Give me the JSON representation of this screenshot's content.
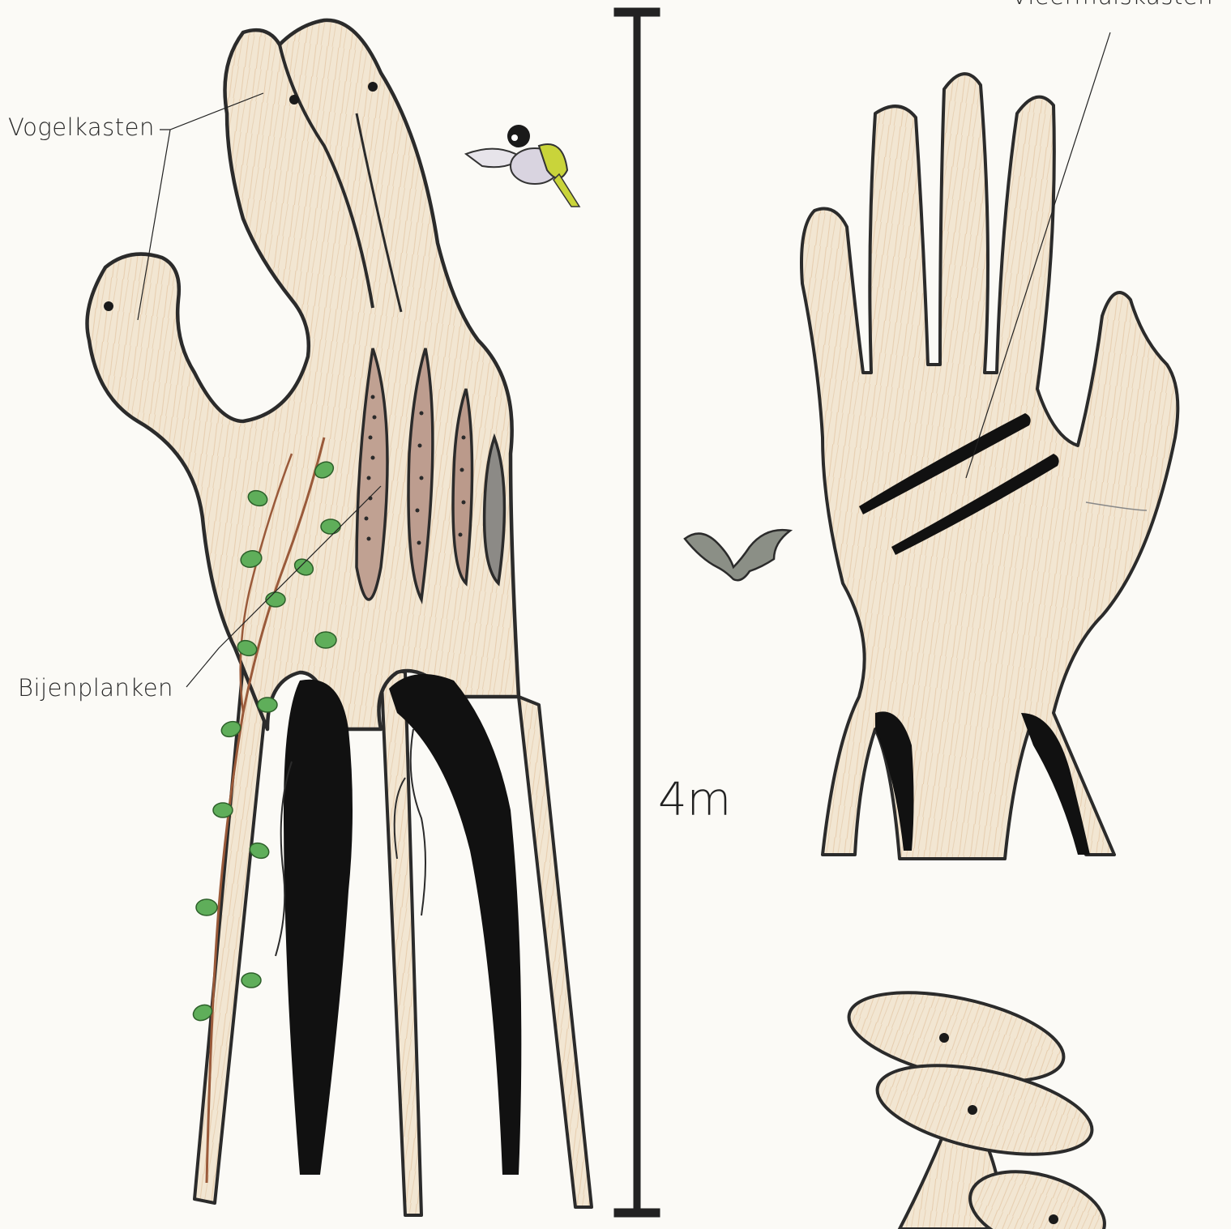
{
  "labels": {
    "bird_boxes": "Vogelkasten",
    "bee_boards": "Bijenplanken",
    "bat_boxes": "Vleermuiskasten"
  },
  "scale": {
    "height_label": "4m"
  },
  "colors": {
    "paper": "#fbfaf6",
    "wood": "#f1e4cf",
    "wood_grain": "#d9b48c",
    "outline": "#2b2b2b",
    "slot": "#111111",
    "bee_board": "#b89a8a",
    "leaf": "#5fae5a",
    "vine": "#9a5a3a",
    "bird_yellow": "#c9d43a",
    "bat_gray": "#8b8f86"
  },
  "icons": [
    "bird-icon",
    "bat-icon",
    "leaf-icon"
  ]
}
